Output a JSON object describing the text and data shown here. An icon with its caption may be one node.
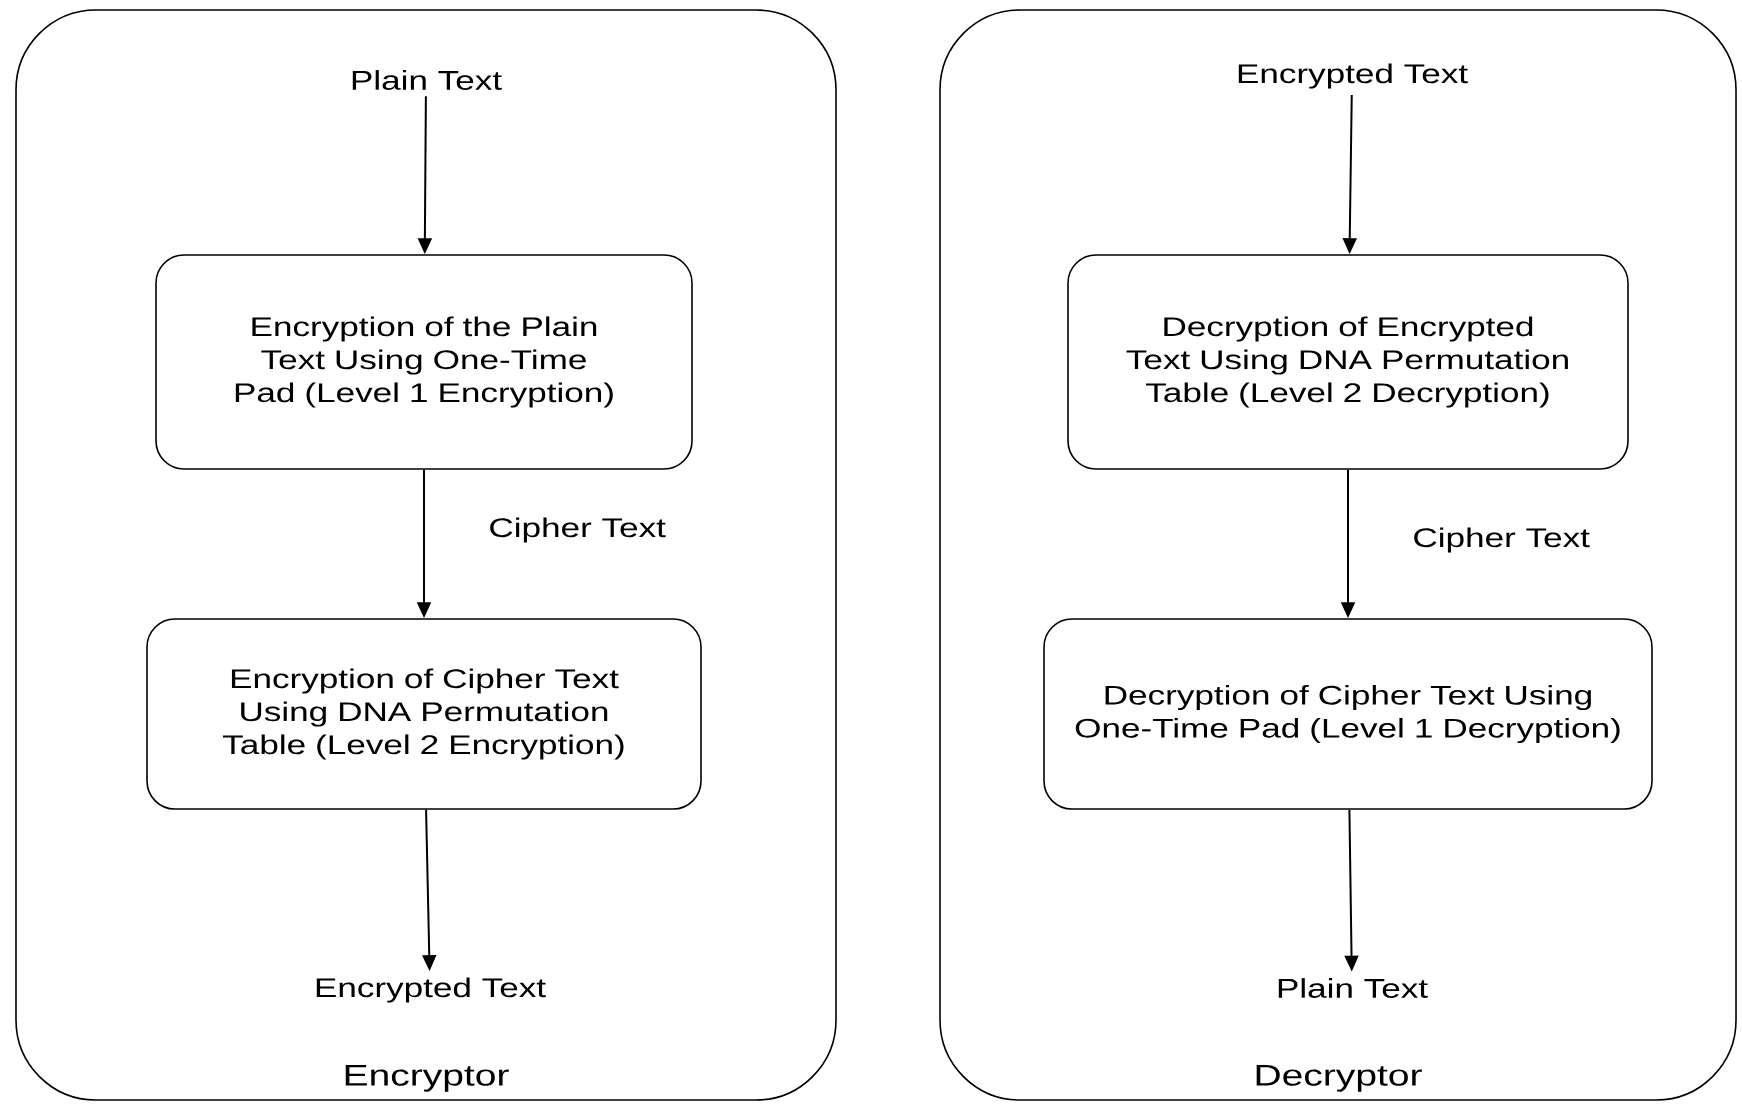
{
  "diagram": {
    "nodes": [
      {
        "text": [
          "Encryptor"
        ]
      },
      {
        "text": [
          "Plain Text"
        ],
        "in": 0
      },
      {
        "text": [
          "Encryption of the Plain Text Using One-Time Pad (Level 1 Encryption)"
        ],
        "in": 0
      },
      {
        "text": [
          "Encryption of Cipher Text Using DNA Permutation Table (Level 2 Encryption)"
        ],
        "in": 0
      },
      {
        "text": [
          "Encrypted Text"
        ],
        "in": 0
      },
      {
        "text": [
          "Decryptor"
        ]
      },
      {
        "text": [
          "Encrypted Text"
        ],
        "in": 5
      },
      {
        "text": [
          "Decryption of Encrypted Text Using DNA Permutation Table (Level 2 Decryption)"
        ],
        "in": 5
      },
      {
        "text": [
          "Decryption of Cipher Text Using One-Time Pad (Level 1 Decryption)"
        ],
        "in": 5
      },
      {
        "text": [
          "Plain Text"
        ],
        "in": 5
      }
    ],
    "edges": [
      {
        "from": 1,
        "to": 2,
        "arrow": "to"
      },
      {
        "from": 2,
        "to": 3,
        "arrow": "to",
        "label": "Cipher Text"
      },
      {
        "from": 3,
        "to": 4,
        "arrow": "to"
      },
      {
        "from": 6,
        "to": 7,
        "arrow": "to"
      },
      {
        "from": 7,
        "to": 8,
        "arrow": "to",
        "label": "Cipher Text"
      },
      {
        "from": 8,
        "to": 9,
        "arrow": "to"
      }
    ]
  }
}
